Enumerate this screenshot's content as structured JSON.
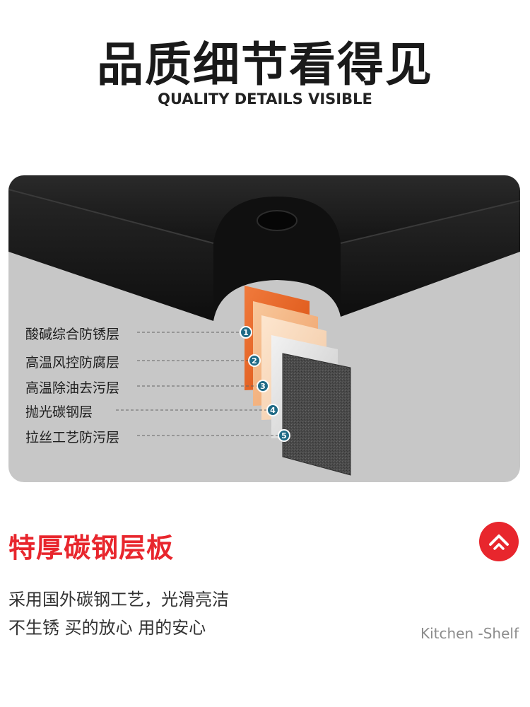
{
  "header": {
    "title": "品质细节看得见",
    "subtitle": "QUALITY DETAILS VISIBLE"
  },
  "layers": [
    {
      "number": "1",
      "label": "酸碱综合防锈层"
    },
    {
      "number": "2",
      "label": "高温风控防腐层"
    },
    {
      "number": "3",
      "label": "高温除油去污层"
    },
    {
      "number": "4",
      "label": "抛光碳钢层"
    },
    {
      "number": "5",
      "label": "拉丝工艺防污层"
    }
  ],
  "feature": {
    "title": "特厚碳钢层板",
    "description_line1": "采用国外碳钢工艺，光滑亮洁",
    "description_line2": "不生锈 买的放心 用的安心",
    "brand_tag": "Kitchen -Shelf"
  },
  "colors": {
    "accent": "#e8262d",
    "badge": "#1f6a86",
    "panel_bg": "#c7c7c7",
    "shelf_black": "#1c1c1c"
  },
  "icons": {
    "up_button": "chevron-up-icon"
  }
}
